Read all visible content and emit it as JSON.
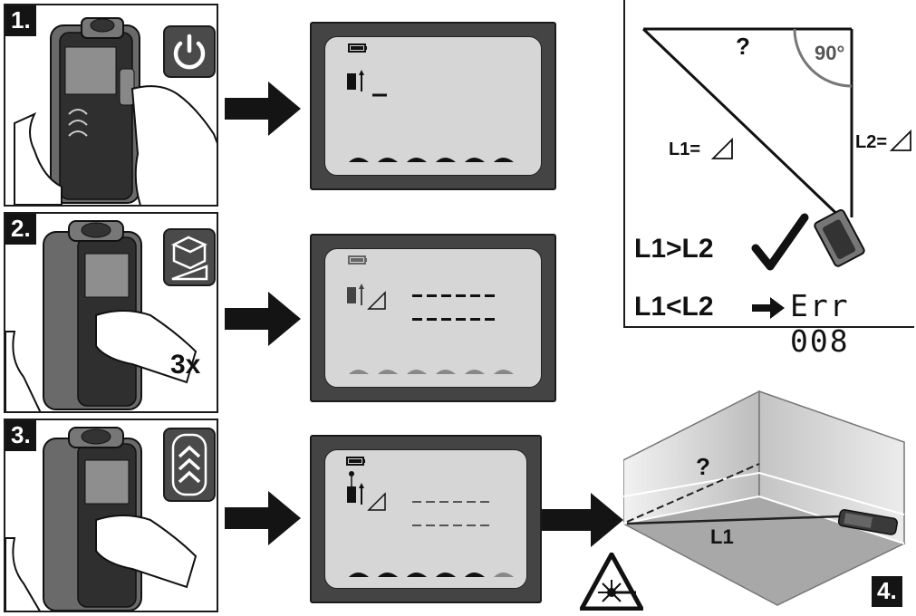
{
  "steps": [
    {
      "number": "1."
    },
    {
      "number": "2.",
      "press_count": "3x"
    },
    {
      "number": "3."
    },
    {
      "number": "4."
    }
  ],
  "diagram": {
    "question": "?",
    "angle": "90°",
    "l1_label": "L1=",
    "l2_label": "L2=",
    "ok_condition": "L1>L2",
    "error_condition": "L1<L2",
    "error_code": "Err 008"
  },
  "room": {
    "question": "?",
    "l1_label": "L1"
  },
  "icons": {
    "power": "power-icon",
    "measure_mode": "indirect-measure-icon",
    "chevrons": "triple-chevron-icon",
    "laser_warning": "laser-warning-icon"
  },
  "colors": {
    "ink": "#141414",
    "lcd": "#d6d6d6",
    "bezel": "#444444",
    "tile": "#4a4a4a"
  }
}
